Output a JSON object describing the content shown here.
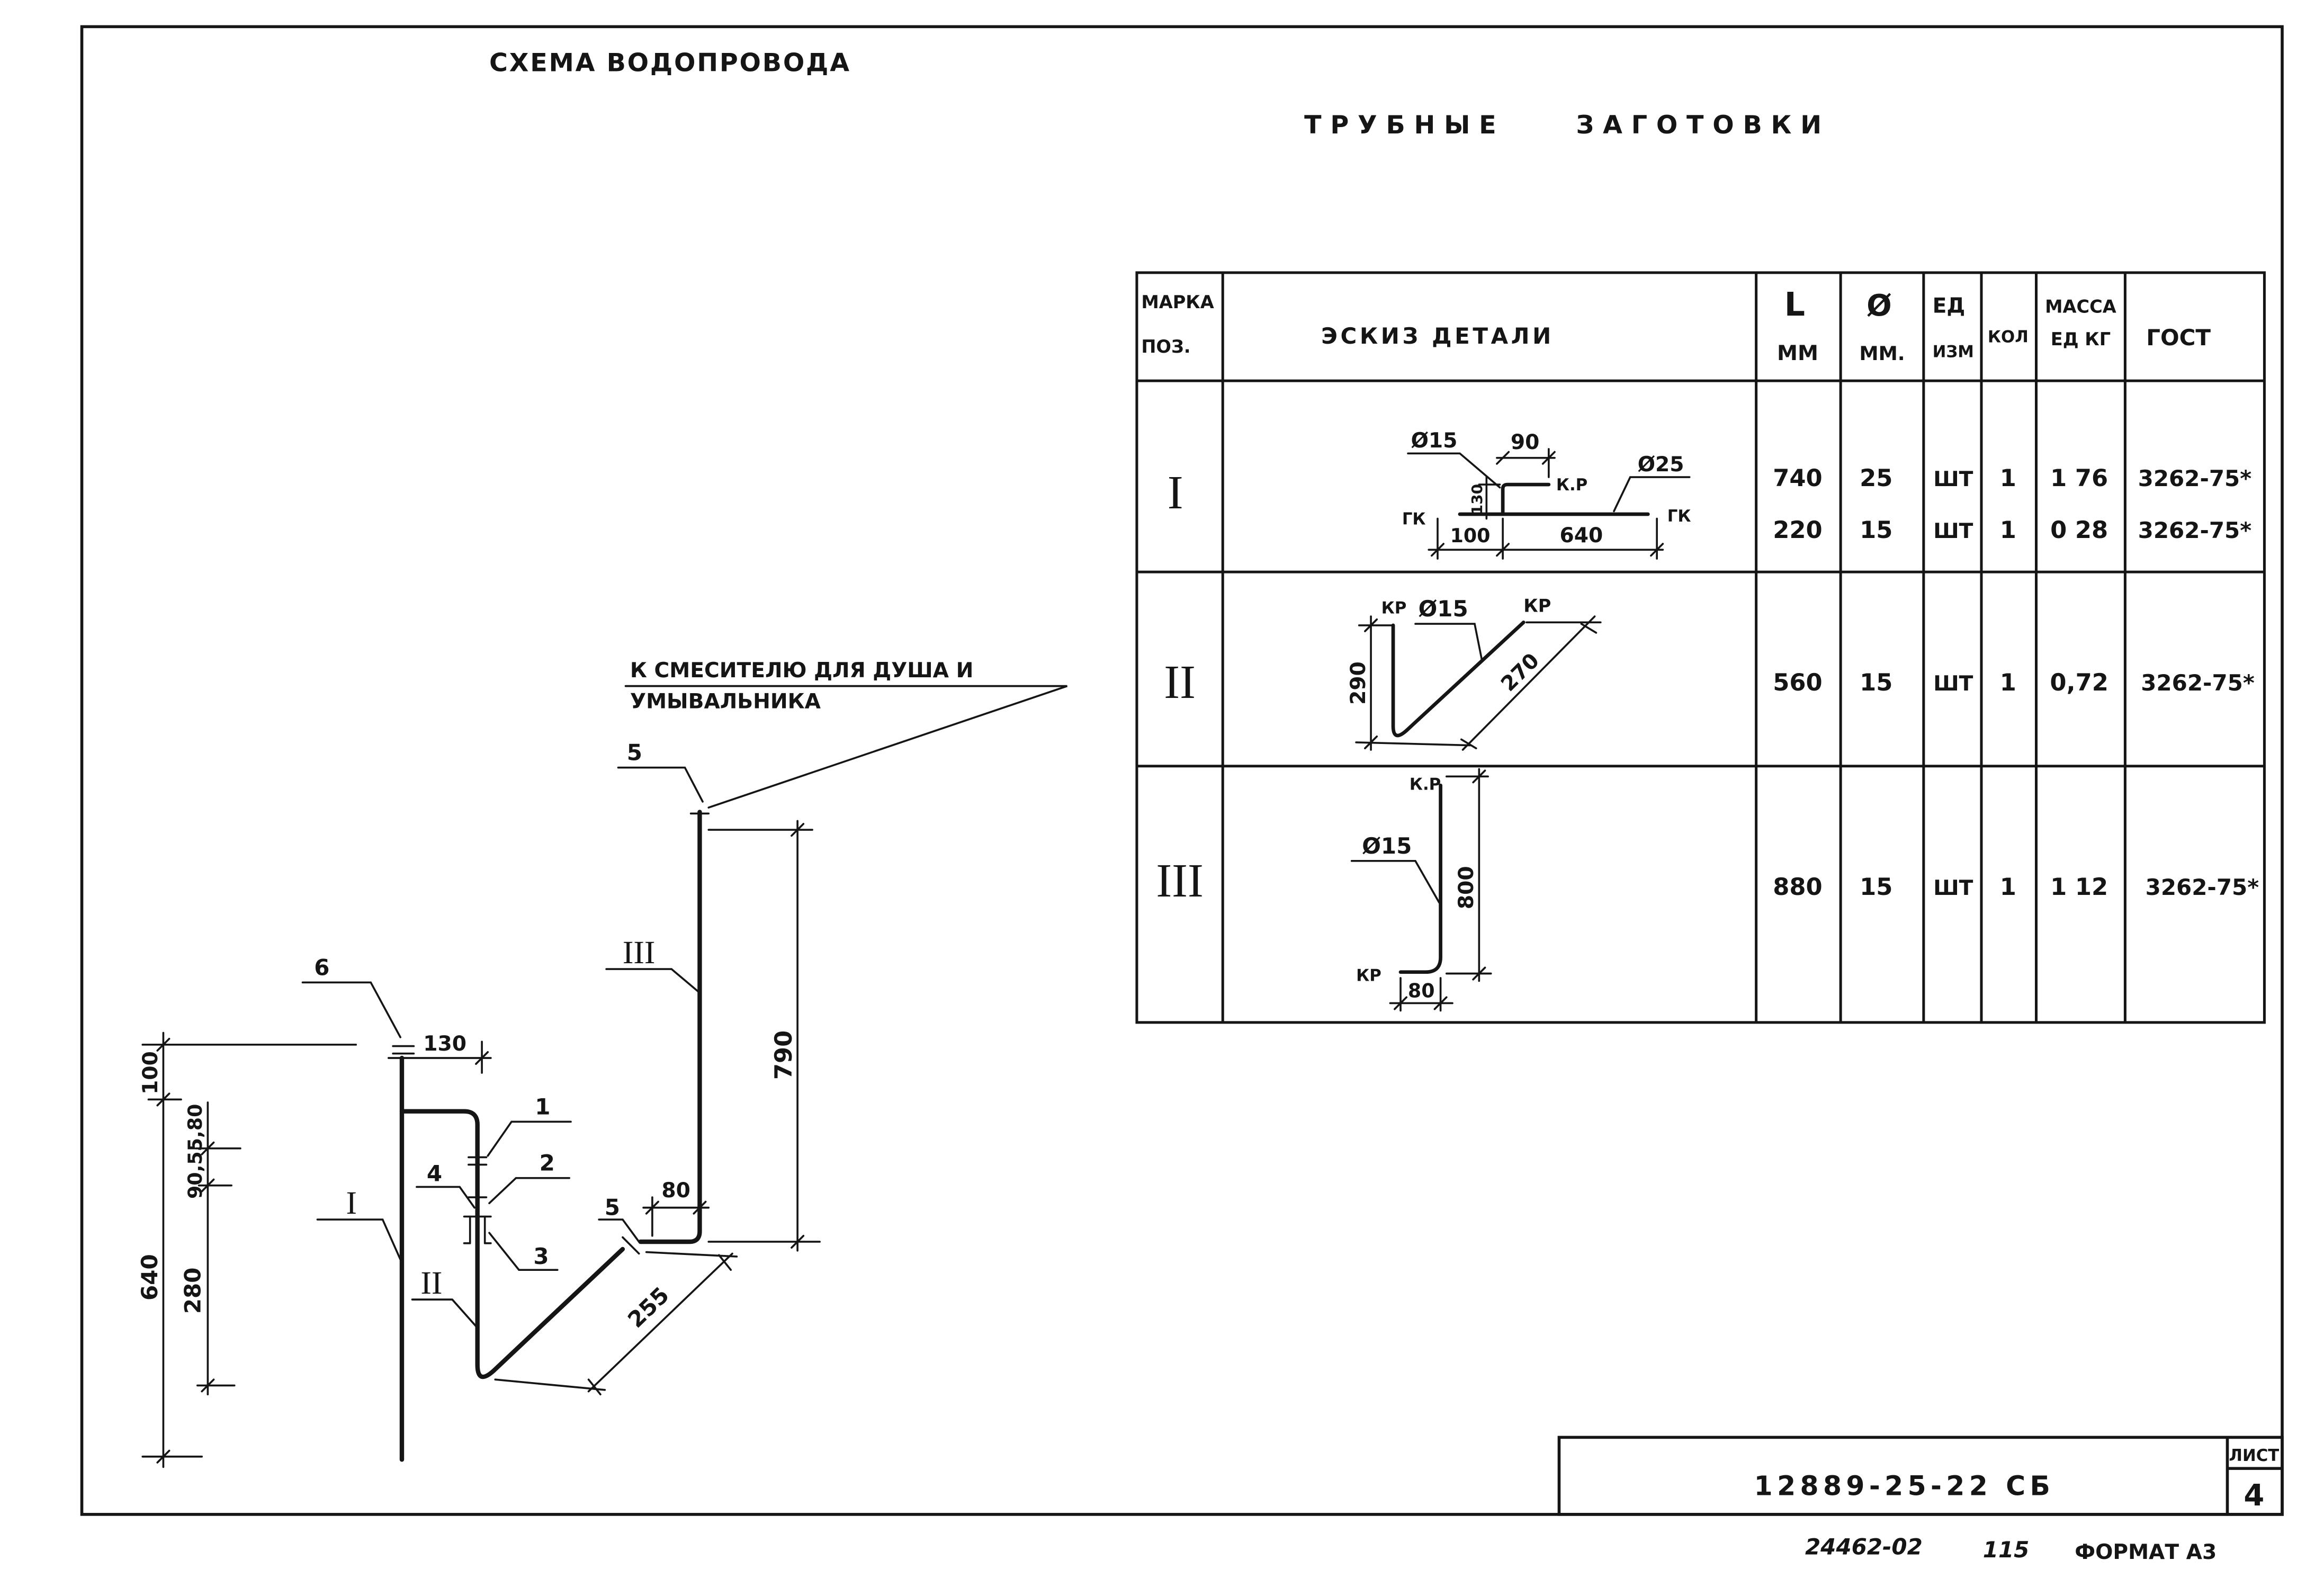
{
  "schematic": {
    "title": "СХЕМА ВОДОПРОВОДА",
    "note": {
      "line1": "К СМЕСИТЕЛЮ ДЛЯ ДУША И",
      "line2": "УМЫВАЛЬНИКА"
    },
    "positions": {
      "p1": "1",
      "p2": "2",
      "p3": "3",
      "p4": "4",
      "p5_top": "5",
      "p5_bottom": "5",
      "p6": "6"
    },
    "pipe_marks": {
      "i": "I",
      "ii": "II",
      "iii": "III"
    },
    "dimensions": {
      "d130": "130",
      "d100": "100",
      "d640": "640",
      "d90_55_80": "90,55,80",
      "d280": "280",
      "d80": "80",
      "d255": "255",
      "d790": "790"
    }
  },
  "table": {
    "title": "ТРУБНЫЕ ЗАГОТОВКИ",
    "headers": {
      "mark_1": "МАРКА",
      "mark_2": "ПОЗ.",
      "sketch": "ЭСКИЗ ДЕТАЛИ",
      "length_1": "L",
      "length_2": "ММ",
      "diameter_1": "Ø",
      "diameter_2": "ММ.",
      "unit_1": "ЕД",
      "unit_2": "ИЗМ",
      "quantity": "КОЛ",
      "mass_1": "МАССА",
      "mass_2": "ЕД КГ",
      "standard": "ГОСТ"
    },
    "rows": [
      {
        "mark": "I",
        "sketch": {
          "dia_branch": "Ø15",
          "dim_90": "90",
          "dim_130": "130",
          "kr": "К.Р",
          "dia_main": "Ø25",
          "gk_left": "ГК",
          "gk_right": "ГК",
          "dim_100": "100",
          "dim_640": "640"
        },
        "items": [
          {
            "length": "740",
            "diameter": "25",
            "unit": "ШТ",
            "quantity": "1",
            "mass": "1 76",
            "standard": "3262-75*"
          },
          {
            "length": "220",
            "diameter": "15",
            "unit": "ШТ",
            "quantity": "1",
            "mass": "0 28",
            "standard": "3262-75*"
          }
        ]
      },
      {
        "mark": "II",
        "sketch": {
          "kr_left": "КР",
          "dia": "Ø15",
          "kr_right": "КР",
          "dim_290": "290",
          "dim_270": "270"
        },
        "items": [
          {
            "length": "560",
            "diameter": "15",
            "unit": "ШТ",
            "quantity": "1",
            "mass": "0,72",
            "standard": "3262-75*"
          }
        ]
      },
      {
        "mark": "III",
        "sketch": {
          "kr_top": "К.Р",
          "dia": "Ø15",
          "dim_800": "800",
          "kr_bottom": "КР",
          "dim_80": "80"
        },
        "items": [
          {
            "length": "880",
            "diameter": "15",
            "unit": "ШТ",
            "quantity": "1",
            "mass": "1 12",
            "standard": "3262-75*"
          }
        ]
      }
    ]
  },
  "title_block": {
    "code": "12889-25-22 СБ",
    "sheet_label": "ЛИСТ",
    "sheet_number": "4"
  },
  "footer": {
    "inventory": "24462-02",
    "number": "115",
    "format": "ФОРМАТ А3"
  }
}
